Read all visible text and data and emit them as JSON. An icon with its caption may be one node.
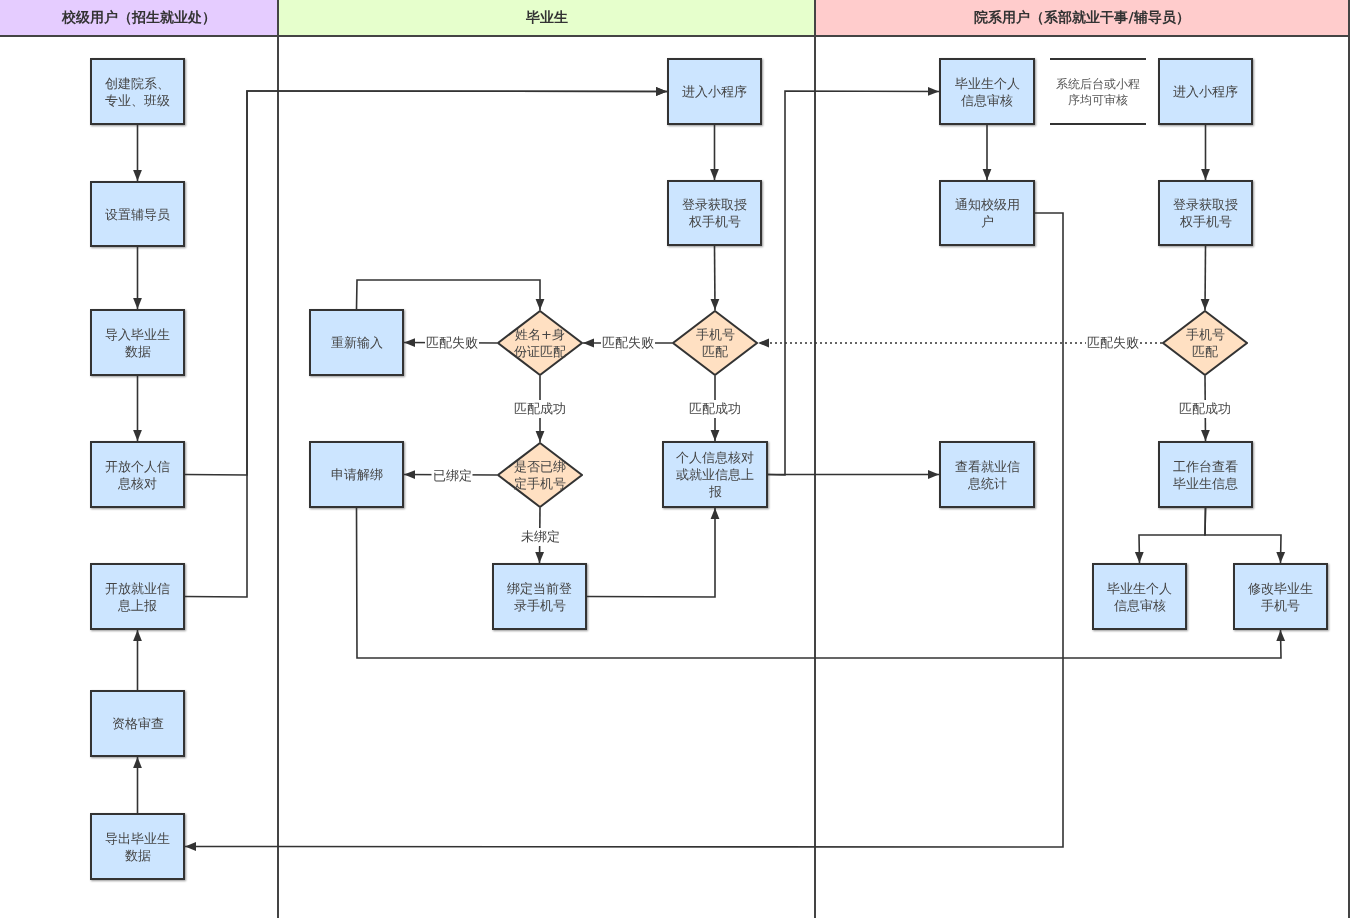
{
  "diagram": {
    "nodes": [
      {
        "text": [
          "校级用户（招生就业处）"
        ]
      },
      {
        "text": [
          "毕业生"
        ]
      },
      {
        "text": [
          "院系用户（系部就业干事/辅导员）"
        ]
      },
      {
        "text": [
          "创建院系、专业、班级"
        ],
        "in": 0
      },
      {
        "text": [
          "设置辅导员"
        ],
        "in": 0
      },
      {
        "text": [
          "导入毕业生数据"
        ],
        "in": 0
      },
      {
        "text": [
          "开放个人信息核对"
        ],
        "in": 0
      },
      {
        "text": [
          "开放就业信息上报"
        ],
        "in": 0
      },
      {
        "text": [
          "资格审查"
        ],
        "in": 0
      },
      {
        "text": [
          "导出毕业生数据"
        ],
        "in": 0
      },
      {
        "text": [
          "进入小程序"
        ],
        "in": 1
      },
      {
        "text": [
          "登录获取授权手机号"
        ],
        "in": 1
      },
      {
        "text": [
          "手机号匹配"
        ],
        "in": 1
      },
      {
        "text": [
          "姓名+身份证匹配"
        ],
        "in": 1
      },
      {
        "text": [
          "重新输入"
        ],
        "in": 1
      },
      {
        "text": [
          "是否已绑定手机号"
        ],
        "in": 1
      },
      {
        "text": [
          "申请解绑"
        ],
        "in": 1
      },
      {
        "text": [
          "个人信息核对或就业信息上报"
        ],
        "in": 1
      },
      {
        "text": [
          "绑定当前登录手机号"
        ],
        "in": 1
      },
      {
        "text": [
          "毕业生个人信息审核"
        ],
        "in": 2
      },
      {
        "text": [
          "进入小程序"
        ],
        "in": 2
      },
      {
        "text": [
          "通知校级用户"
        ],
        "in": 2
      },
      {
        "text": [
          "登录获取授权手机号"
        ],
        "in": 2
      },
      {
        "text": [
          "手机号匹配"
        ],
        "in": 2
      },
      {
        "text": [
          "查看就业信息统计"
        ],
        "in": 2
      },
      {
        "text": [
          "工作台查看毕业生信息"
        ],
        "in": 2
      },
      {
        "text": [
          "毕业生个人信息审核"
        ],
        "in": 2
      },
      {
        "text": [
          "修改毕业生手机号"
        ],
        "in": 2
      }
    ],
    "edges": [
      {
        "from": 3,
        "to": 4,
        "arrow": "to"
      },
      {
        "from": 4,
        "to": 5,
        "arrow": "to"
      },
      {
        "from": 5,
        "to": 6,
        "arrow": "to"
      },
      {
        "from": 6,
        "to": 10,
        "arrow": "to"
      },
      {
        "from": 7,
        "to": 10,
        "arrow": "to"
      },
      {
        "from": 9,
        "to": 8,
        "arrow": "to"
      },
      {
        "from": 8,
        "to": 7,
        "arrow": "to"
      },
      {
        "from": 10,
        "to": 11,
        "arrow": "to"
      },
      {
        "from": 11,
        "to": 12,
        "arrow": "to"
      },
      {
        "from": 12,
        "to": 13,
        "arrow": "to",
        "label": "匹配失败"
      },
      {
        "from": 13,
        "to": 14,
        "arrow": "to",
        "label": "匹配失败"
      },
      {
        "from": 14,
        "to": 13,
        "arrow": "to"
      },
      {
        "from": 13,
        "to": 15,
        "arrow": "to",
        "label": "匹配成功"
      },
      {
        "from": 15,
        "to": 16,
        "arrow": "to",
        "label": "已绑定"
      },
      {
        "from": 15,
        "to": 18,
        "arrow": "to",
        "label": "未绑定"
      },
      {
        "from": 18,
        "to": 17,
        "arrow": "to"
      },
      {
        "from": 12,
        "to": 17,
        "arrow": "to",
        "label": "匹配成功"
      },
      {
        "from": 17,
        "to": 19,
        "arrow": "to"
      },
      {
        "from": 17,
        "to": 24,
        "arrow": "to"
      },
      {
        "from": 19,
        "to": 21,
        "arrow": "to"
      },
      {
        "from": 21,
        "to": 9,
        "arrow": "to"
      },
      {
        "from": 20,
        "to": 22,
        "arrow": "to"
      },
      {
        "from": 22,
        "to": 23,
        "arrow": "to"
      },
      {
        "from": 23,
        "to": 12,
        "arrow": "to",
        "label": "匹配失败",
        "style": "dashed"
      },
      {
        "from": 23,
        "to": 25,
        "arrow": "to",
        "label": "匹配成功"
      },
      {
        "from": 25,
        "to": 26,
        "arrow": "to"
      },
      {
        "from": 25,
        "to": 27,
        "arrow": "to"
      },
      {
        "from": 16,
        "to": 27,
        "arrow": "to"
      }
    ],
    "labels": [
      "系统后台或小程序均可审核"
    ]
  }
}
